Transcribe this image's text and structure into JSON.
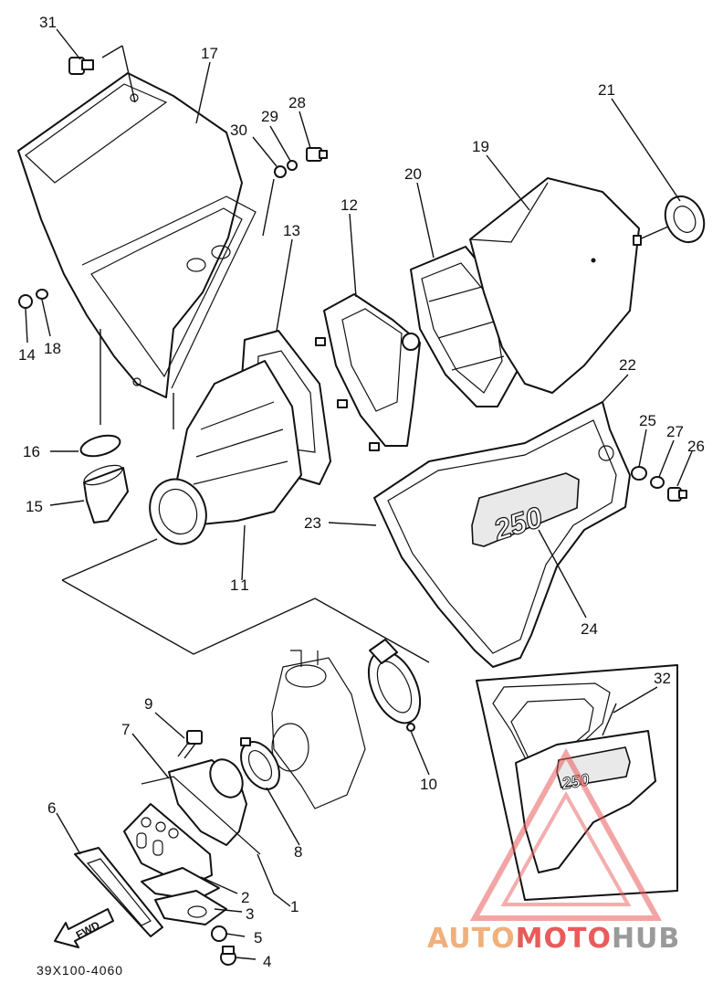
{
  "callouts": [
    {
      "id": "p31",
      "label": "31"
    },
    {
      "id": "p17",
      "label": "17"
    },
    {
      "id": "p30",
      "label": "30"
    },
    {
      "id": "p29",
      "label": "29"
    },
    {
      "id": "p28",
      "label": "28"
    },
    {
      "id": "p21",
      "label": "21"
    },
    {
      "id": "p19",
      "label": "19"
    },
    {
      "id": "p20",
      "label": "20"
    },
    {
      "id": "p12",
      "label": "12"
    },
    {
      "id": "p13",
      "label": "13"
    },
    {
      "id": "p14",
      "label": "14"
    },
    {
      "id": "p18",
      "label": "18"
    },
    {
      "id": "p22",
      "label": "22"
    },
    {
      "id": "p25",
      "label": "25"
    },
    {
      "id": "p27",
      "label": "27"
    },
    {
      "id": "p26",
      "label": "26"
    },
    {
      "id": "p16",
      "label": "16"
    },
    {
      "id": "p15",
      "label": "15"
    },
    {
      "id": "p23",
      "label": "23"
    },
    {
      "id": "p11",
      "label": "11"
    },
    {
      "id": "p24",
      "label": "24"
    },
    {
      "id": "p32",
      "label": "32"
    },
    {
      "id": "p9",
      "label": "9"
    },
    {
      "id": "p7",
      "label": "7"
    },
    {
      "id": "p10",
      "label": "10"
    },
    {
      "id": "p6",
      "label": "6"
    },
    {
      "id": "p8",
      "label": "8"
    },
    {
      "id": "p2",
      "label": "2"
    },
    {
      "id": "p1",
      "label": "1"
    },
    {
      "id": "p3",
      "label": "3"
    },
    {
      "id": "p5",
      "label": "5"
    },
    {
      "id": "p4",
      "label": "4"
    }
  ],
  "cover_marking": "250",
  "inset_marking": "250",
  "fwd_label": "FWD",
  "doc_code": "39X100-4060",
  "watermark": {
    "part1": "AUTO",
    "part2": "MOTO",
    "part3": "HUB"
  }
}
